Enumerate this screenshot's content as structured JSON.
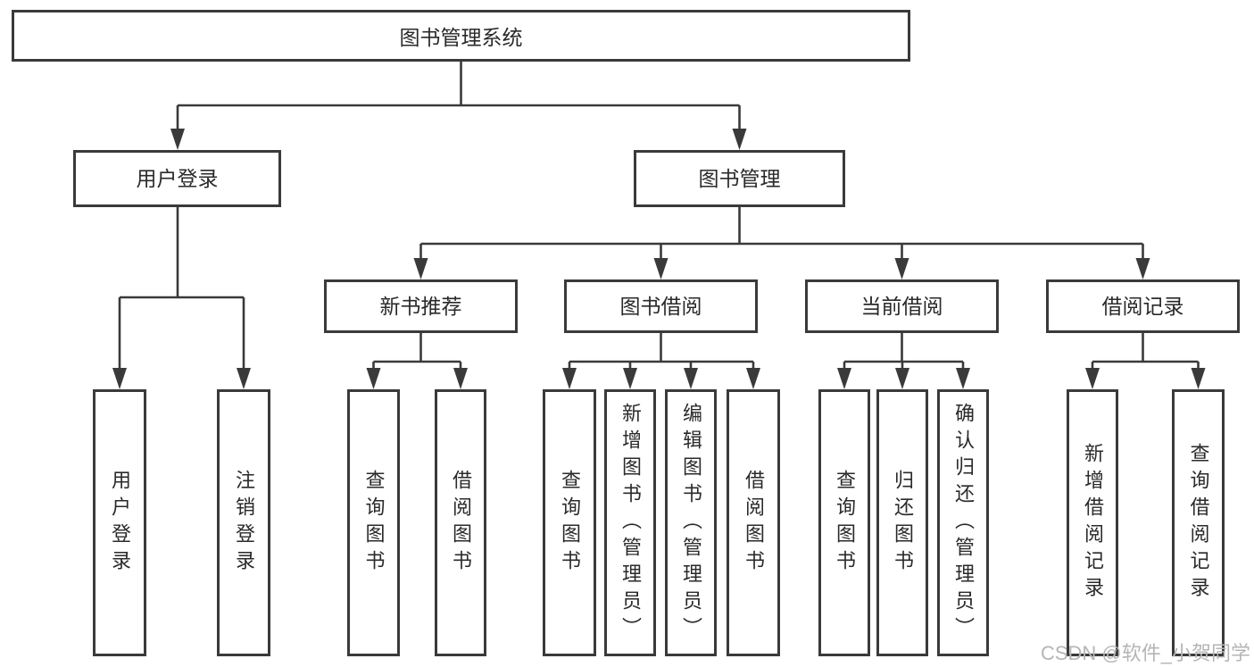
{
  "colors": {
    "line": "#3a3a3a",
    "text": "#2a2a2a",
    "watermark": "#b5b5b5",
    "background": "#ffffff"
  },
  "watermark": "CSDN @软件_小贺同学",
  "tree": {
    "root": "图书管理系统",
    "level2": [
      {
        "label": "用户登录",
        "children": [
          "用户登录",
          "注销登录"
        ]
      },
      {
        "label": "图书管理"
      }
    ],
    "level3": [
      {
        "label": "新书推荐",
        "children": [
          "查询图书",
          "借阅图书"
        ]
      },
      {
        "label": "图书借阅",
        "children": [
          "查询图书",
          "新增图书（管理员）",
          "编辑图书（管理员）",
          "借阅图书"
        ]
      },
      {
        "label": "当前借阅",
        "children": [
          "查询图书",
          "归还图书",
          "确认归还（管理员）"
        ]
      },
      {
        "label": "借阅记录",
        "children": [
          "新增借阅记录",
          "查询借阅记录"
        ]
      }
    ]
  }
}
